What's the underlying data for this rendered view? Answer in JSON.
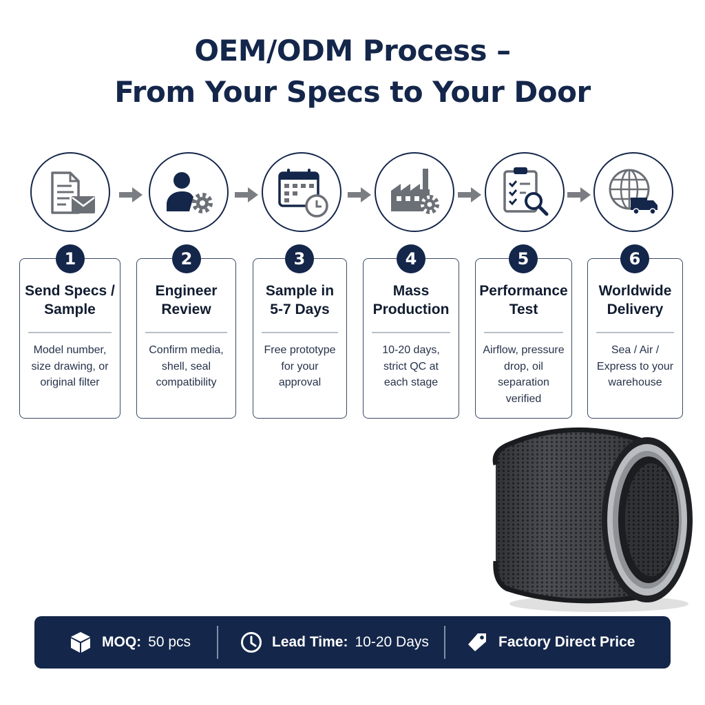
{
  "title": {
    "line1": "OEM/ODM Process –",
    "line2": "From Your Specs to Your Door"
  },
  "steps": [
    {
      "number": "1",
      "icon": "document-mail-icon",
      "title": "Send Specs /\nSample",
      "desc": "Model number,\nsize drawing, or\noriginal filter"
    },
    {
      "number": "2",
      "icon": "engineer-gear-icon",
      "title": "Engineer\nReview",
      "desc": "Confirm media,\nshell, seal\ncompatibility"
    },
    {
      "number": "3",
      "icon": "calendar-clock-icon",
      "title": "Sample in\n5-7 Days",
      "desc": "Free prototype\nfor your\napproval"
    },
    {
      "number": "4",
      "icon": "factory-gear-icon",
      "title": "Mass\nProduction",
      "desc": "10-20 days,\nstrict QC at\neach stage"
    },
    {
      "number": "5",
      "icon": "clipboard-magnifier-icon",
      "title": "Performance\nTest",
      "desc": "Airflow, pressure\ndrop, oil\nseparation\nverified"
    },
    {
      "number": "6",
      "icon": "globe-truck-icon",
      "title": "Worldwide\nDelivery",
      "desc": "Sea / Air /\nExpress to your\nwarehouse"
    }
  ],
  "bar": {
    "moq_label": "MOQ:",
    "moq_value": "50 pcs",
    "lead_label": "Lead Time:",
    "lead_value": "10-20 Days",
    "price_label": "Factory Direct Price"
  },
  "colors": {
    "navy": "#14264a",
    "icon_gray": "#6b6f76",
    "arrow_gray": "#7a7d82"
  }
}
